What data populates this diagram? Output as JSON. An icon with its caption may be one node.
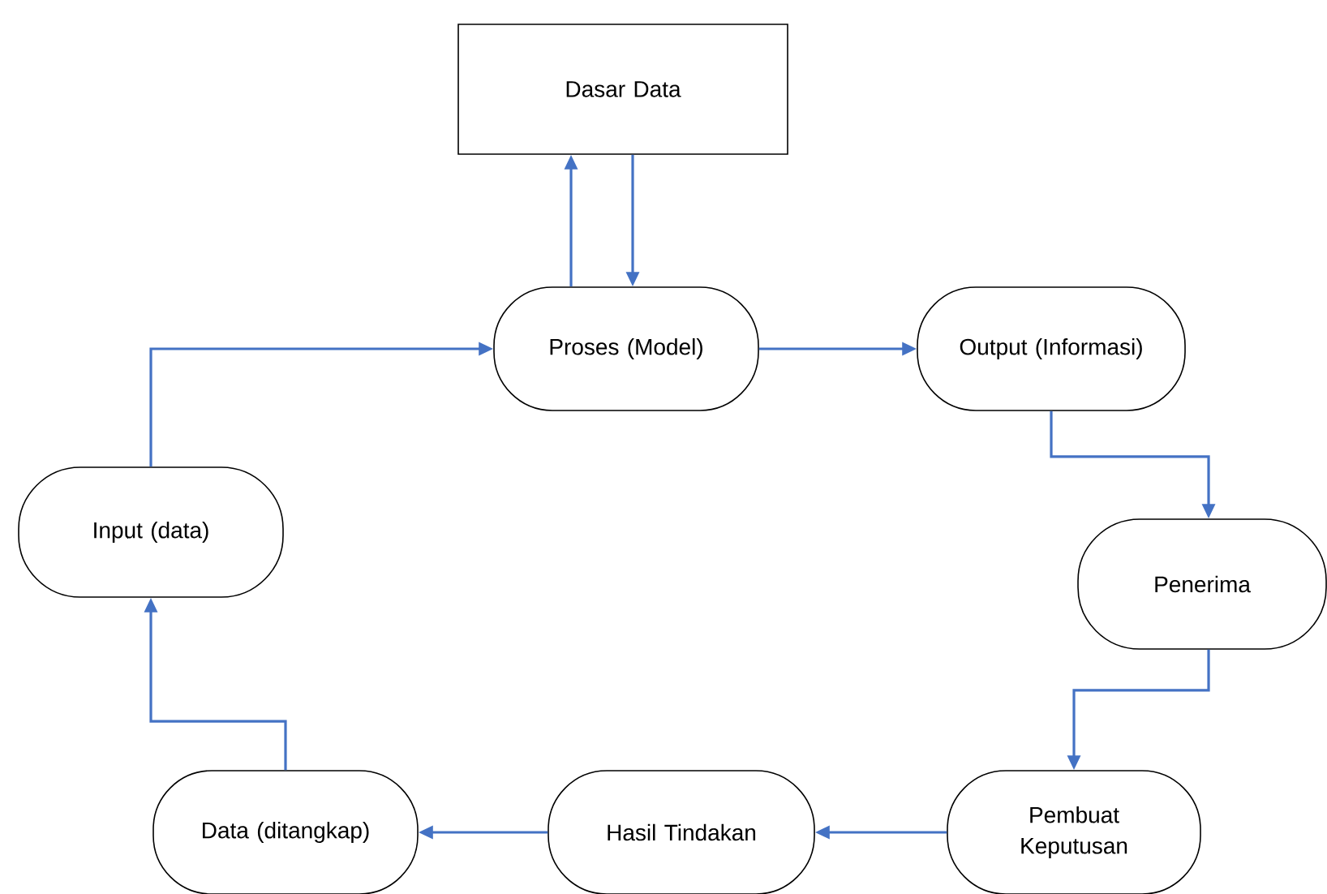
{
  "diagram": {
    "nodes": [
      {
        "text": [
          "Dasar Data"
        ]
      },
      {
        "text": [
          "Proses (Model)"
        ]
      },
      {
        "text": [
          "Output (Informasi)"
        ]
      },
      {
        "text": [
          "Penerima"
        ]
      },
      {
        "text": [
          "Pembuat Keputusan"
        ]
      },
      {
        "text": [
          "Hasil Tindakan"
        ]
      },
      {
        "text": [
          "Data (ditangkap)"
        ]
      },
      {
        "text": [
          "Input (data)"
        ]
      }
    ],
    "edges": [
      {
        "from": 1,
        "to": 0,
        "arrow": "to"
      },
      {
        "from": 0,
        "to": 1,
        "arrow": "to"
      },
      {
        "from": 7,
        "to": 1,
        "arrow": "to"
      },
      {
        "from": 1,
        "to": 2,
        "arrow": "to"
      },
      {
        "from": 2,
        "to": 3,
        "arrow": "to"
      },
      {
        "from": 3,
        "to": 4,
        "arrow": "to"
      },
      {
        "from": 4,
        "to": 5,
        "arrow": "to"
      },
      {
        "from": 5,
        "to": 6,
        "arrow": "to"
      },
      {
        "from": 6,
        "to": 7,
        "arrow": "to"
      }
    ]
  }
}
